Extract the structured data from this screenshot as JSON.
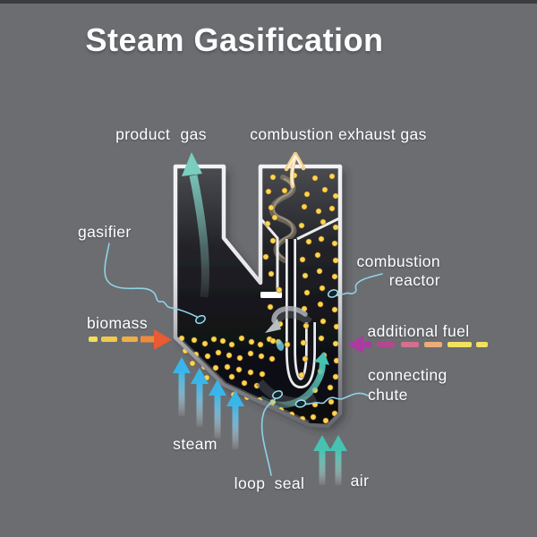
{
  "title": "Steam Gasification",
  "labels": {
    "product_gas": "product gas",
    "combustion_exhaust_gas": "combustion exhaust gas",
    "gasifier": "gasifier",
    "biomass": "biomass",
    "combustion_reactor": [
      "combustion",
      "reactor"
    ],
    "additional_fuel": "additional fuel",
    "connecting_chute": [
      "connecting",
      "chute"
    ],
    "steam": "steam",
    "loop_seal": "loop seal",
    "air": "air"
  },
  "colors": {
    "background": "#6b6d71",
    "vessel_dark": "#121318",
    "outline_white": "#ededef",
    "particle_yellow": "#ffd54f",
    "steam_blue": "#39b5e9",
    "air_teal": "#46c2b1",
    "product_gas_teal": "#79cec0",
    "exhaust_cream": "#eecf8e",
    "biomass_orange": "#ea5a33",
    "biomass_yellow": "#f3df58",
    "fuel_magenta": "#a93c9e",
    "fuel_yellow": "#f2e15e",
    "leader_blue": "#8fd2e8"
  }
}
